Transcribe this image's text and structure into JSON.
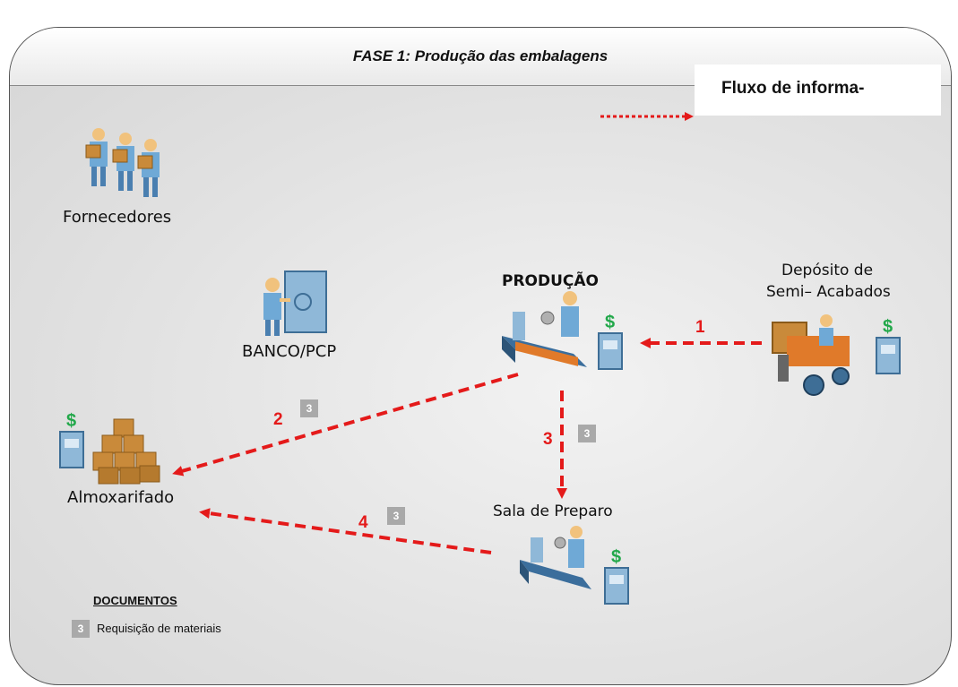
{
  "title": "FASE 1: Produção das embalagens",
  "legend": {
    "label": "Fluxo de informa-"
  },
  "nodes": {
    "fornecedores": "Fornecedores",
    "banco": "BANCO/PCP",
    "producao": "PRODUÇÃO",
    "deposito_line1": "Depósito de",
    "deposito_line2": "Semi– Acabados",
    "almoxarifado": "Almoxarifado",
    "sala": "Sala de Preparo"
  },
  "flows": [
    {
      "number": "1"
    },
    {
      "number": "2",
      "document": "3"
    },
    {
      "number": "3",
      "document": "3"
    },
    {
      "number": "4",
      "document": "3"
    }
  ],
  "documents": {
    "heading": "DOCUMENTOS",
    "items": [
      {
        "badge": "3",
        "label": "Requisição de materiais"
      }
    ]
  },
  "colors": {
    "flow": "#e41a1a",
    "money": "#22a84a",
    "box": "#c98a3a",
    "person": "#6fa9d6"
  }
}
